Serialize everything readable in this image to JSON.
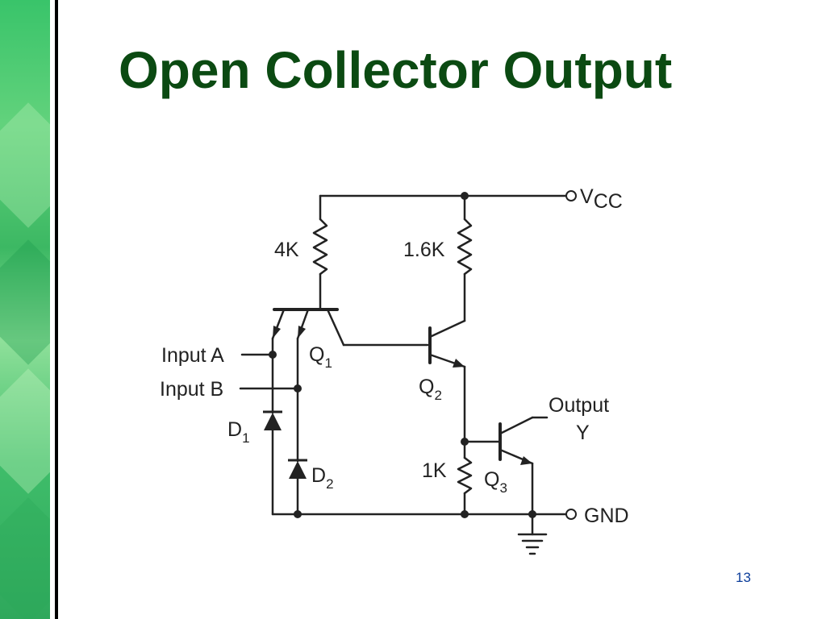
{
  "slide": {
    "title": "Open Collector Output",
    "page_number": "13",
    "accent_color": "#0b4a12",
    "band_color": "#3fbd6a"
  },
  "circuit": {
    "vcc": {
      "main": "V",
      "sub": "CC"
    },
    "gnd": "GND",
    "r1": "4K",
    "r2": "1.6K",
    "r3": "1K",
    "q1": {
      "main": "Q",
      "sub": "1"
    },
    "q2": {
      "main": "Q",
      "sub": "2"
    },
    "q3": {
      "main": "Q",
      "sub": "3"
    },
    "d1": {
      "main": "D",
      "sub": "1"
    },
    "d2": {
      "main": "D",
      "sub": "2"
    },
    "input_a": "Input A",
    "input_b": "Input B",
    "output_line1": "Output",
    "output_line2": "Y"
  }
}
